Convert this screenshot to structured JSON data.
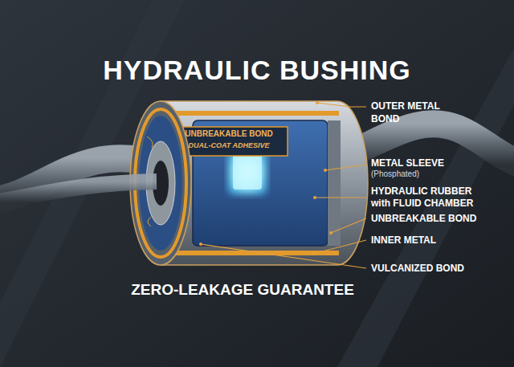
{
  "diagram": {
    "title": "HYDRAULIC BUSHING",
    "caption": "ZERO-LEAKAGE GUARANTEE",
    "labels": [
      "OUTER METAL BOND",
      "UNBREAKABLE BOND",
      "DUAL-COAT ADHESIVE",
      "METAL SLEEVE",
      "(Phosphated)",
      "HYDRAULIC RUBBER with FLUID CHAMBER",
      "UNBREAKABLE BOND",
      "INNER METAL",
      "VULCANIZED BOND"
    ]
  }
}
